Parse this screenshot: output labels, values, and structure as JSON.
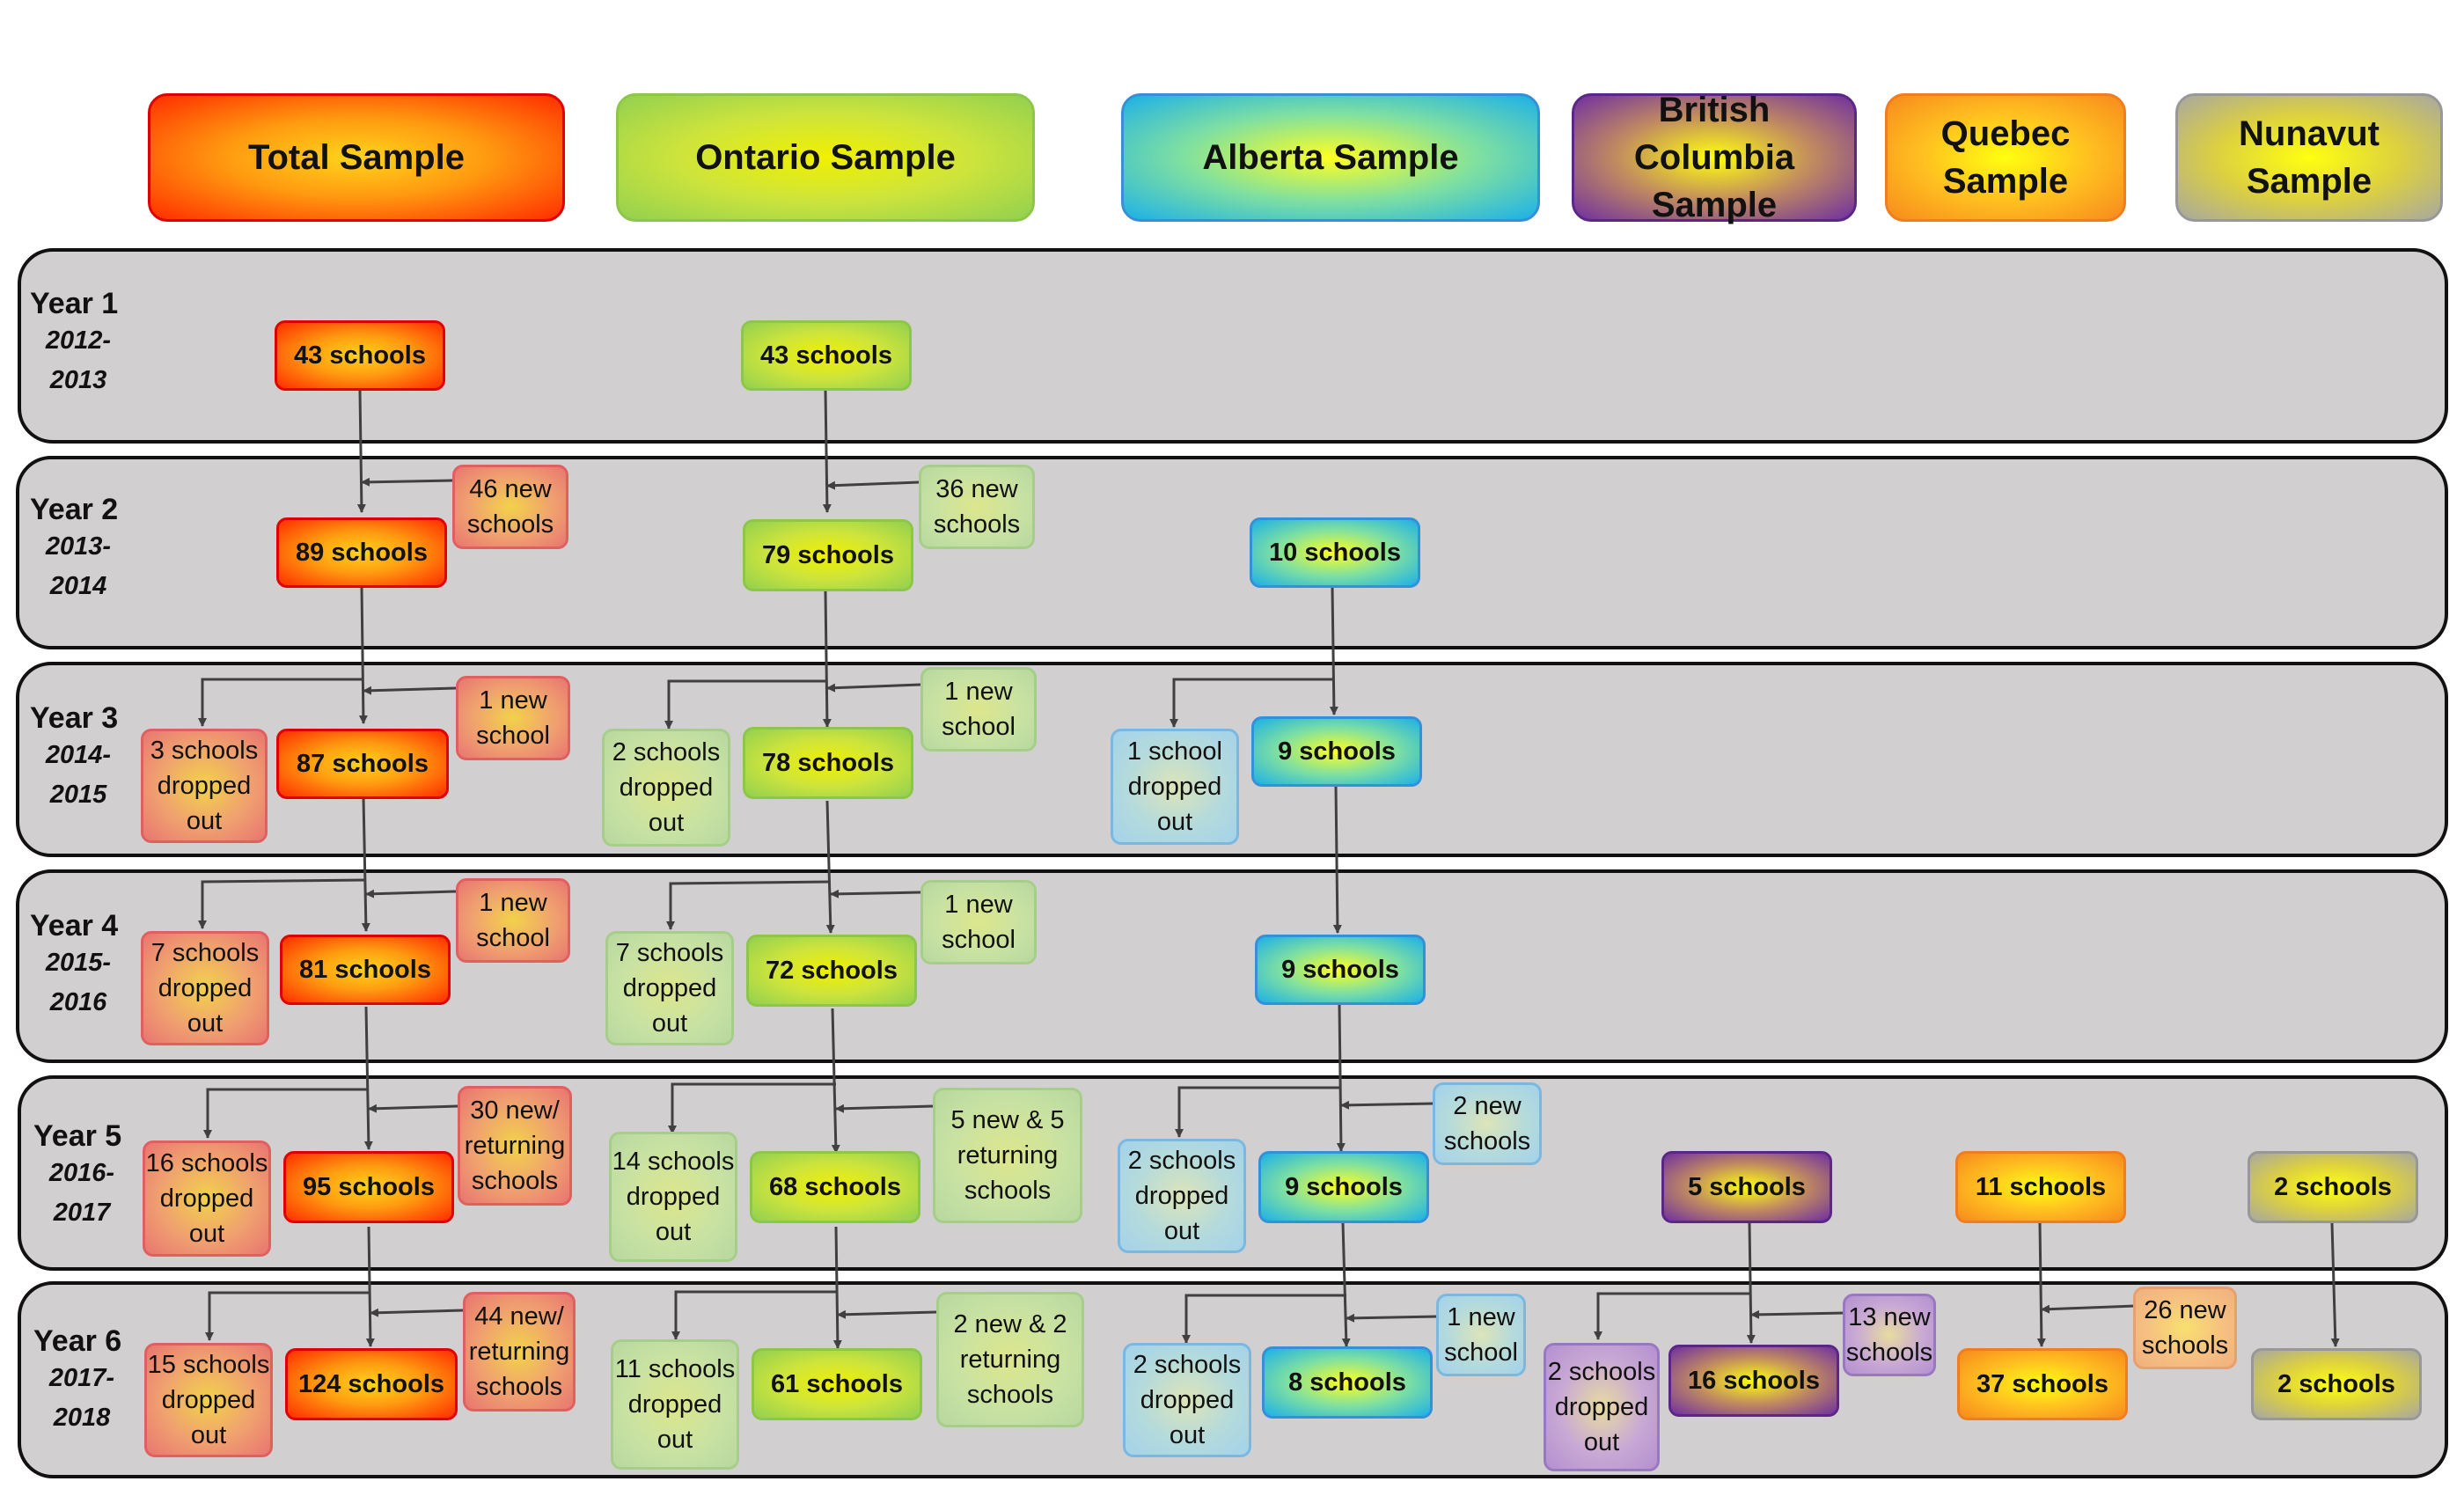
{
  "headers": {
    "total": "Total Sample",
    "ontario": "Ontario Sample",
    "alberta": "Alberta Sample",
    "bc": "British Columbia Sample",
    "quebec": "Quebec Sample",
    "nunavut": "Nunavut Sample"
  },
  "years": [
    {
      "label": "Year 1",
      "range_1": "2012-",
      "range_2": "2013"
    },
    {
      "label": "Year 2",
      "range_1": "2013-",
      "range_2": "2014"
    },
    {
      "label": "Year 3",
      "range_1": "2014-",
      "range_2": "2015"
    },
    {
      "label": "Year 4",
      "range_1": "2015-",
      "range_2": "2016"
    },
    {
      "label": "Year 5",
      "range_1": "2016-",
      "range_2": "2017"
    },
    {
      "label": "Year 6",
      "range_1": "2017-",
      "range_2": "2018"
    }
  ],
  "total": {
    "y1": "43 schools",
    "y2": "89 schools",
    "y3": "87 schools",
    "y4": "81 schools",
    "y5": "95 schools",
    "y6": "124 schools",
    "y2_new": "46 new schools",
    "y3_new": "1 new school",
    "y3_drop": "3 schools dropped out",
    "y4_new": "1 new school",
    "y4_drop": "7 schools dropped out",
    "y5_new": "30 new/ returning schools",
    "y5_drop": "16 schools dropped out",
    "y6_new": "44 new/ returning schools",
    "y6_drop": "15 schools dropped out"
  },
  "ontario": {
    "y1": "43 schools",
    "y2": "79 schools",
    "y3": "78 schools",
    "y4": "72 schools",
    "y5": "68 schools",
    "y6": "61 schools",
    "y2_new": "36 new schools",
    "y3_new": "1 new school",
    "y3_drop": "2 schools dropped out",
    "y4_new": "1 new school",
    "y4_drop": "7 schools dropped out",
    "y5_new": "5 new & 5 returning schools",
    "y5_drop": "14 schools dropped out",
    "y6_new": "2 new & 2 returning schools",
    "y6_drop": "11 schools dropped out"
  },
  "alberta": {
    "y2": "10 schools",
    "y3": "9 schools",
    "y4": "9 schools",
    "y5": "9 schools",
    "y6": "8 schools",
    "y3_drop": "1 school dropped out",
    "y5_new": "2 new schools",
    "y5_drop": "2 schools dropped out",
    "y6_new": "1 new school",
    "y6_drop": "2 schools dropped out"
  },
  "bc": {
    "y5": "5 schools",
    "y6": "16 schools",
    "y6_new": "13 new schools",
    "y6_drop": "2 schools dropped out"
  },
  "quebec": {
    "y5": "11 schools",
    "y6": "37 schools",
    "y6_new": "26 new schools"
  },
  "nunavut": {
    "y5": "2 schools",
    "y6": "2 schools"
  }
}
